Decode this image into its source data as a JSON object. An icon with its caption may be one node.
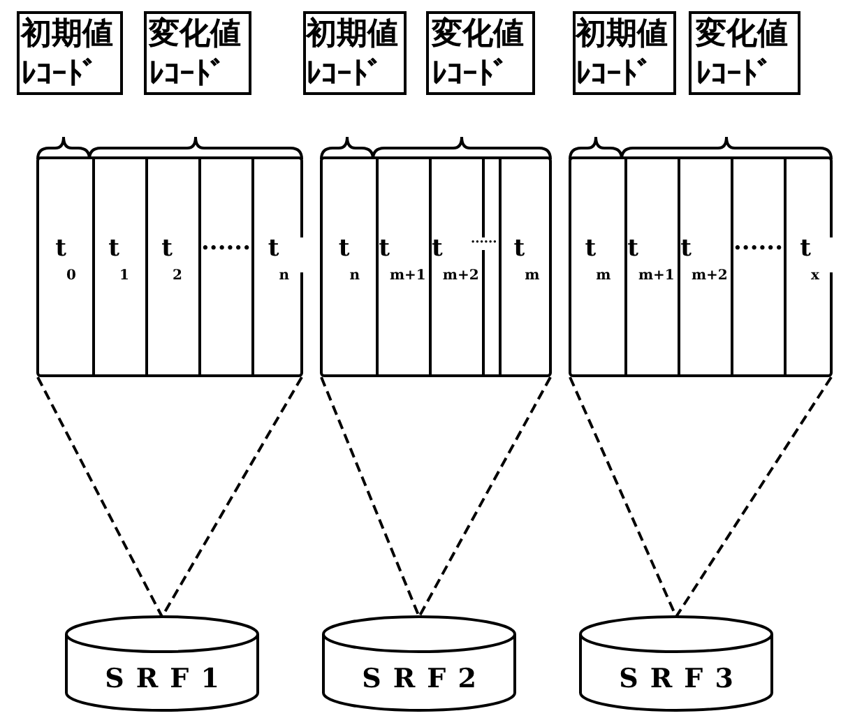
{
  "diagram": {
    "nodes": [
      {
        "text": [
          "初期値ﾚｺｰﾄﾞ"
        ]
      },
      {
        "text": [
          "変化値ﾚｺｰﾄﾞ"
        ]
      },
      {
        "text": [
          "初期値ﾚｺｰﾄﾞ"
        ]
      },
      {
        "text": [
          "変化値ﾚｺｰﾄﾞ"
        ]
      },
      {
        "text": [
          "初期値ﾚｺｰﾄﾞ"
        ]
      },
      {
        "text": [
          "変化値ﾚｺｰﾄﾞ"
        ]
      },
      {
        "text": [
          "t$_{0}$",
          "t$_{1}$",
          "t$_{2}$",
          "······",
          "t$_{n}$"
        ]
      },
      {
        "text": [
          "t$_{n}$",
          "t$_{m+1}$",
          "t$_{m+2}$",
          "······",
          "t$_{m}$"
        ]
      },
      {
        "text": [
          "t$_{m}$",
          "t$_{m+1}$",
          "t$_{m+2}$",
          "······",
          "t$_{x}$"
        ]
      },
      {
        "text": [
          "SRF1"
        ]
      },
      {
        "text": [
          "SRF2"
        ]
      },
      {
        "text": [
          "SRF3"
        ]
      }
    ],
    "edges": [
      {
        "from": 6,
        "to": 9,
        "arrow": "none",
        "style": "dashed"
      },
      {
        "from": 6,
        "to": 9,
        "arrow": "none",
        "style": "dashed"
      },
      {
        "from": 7,
        "to": 10,
        "arrow": "none",
        "style": "dashed"
      },
      {
        "from": 7,
        "to": 10,
        "arrow": "none",
        "style": "dashed"
      },
      {
        "from": 8,
        "to": 11,
        "arrow": "none",
        "style": "dashed"
      },
      {
        "from": 8,
        "to": 11,
        "arrow": "none",
        "style": "dashed"
      }
    ]
  }
}
